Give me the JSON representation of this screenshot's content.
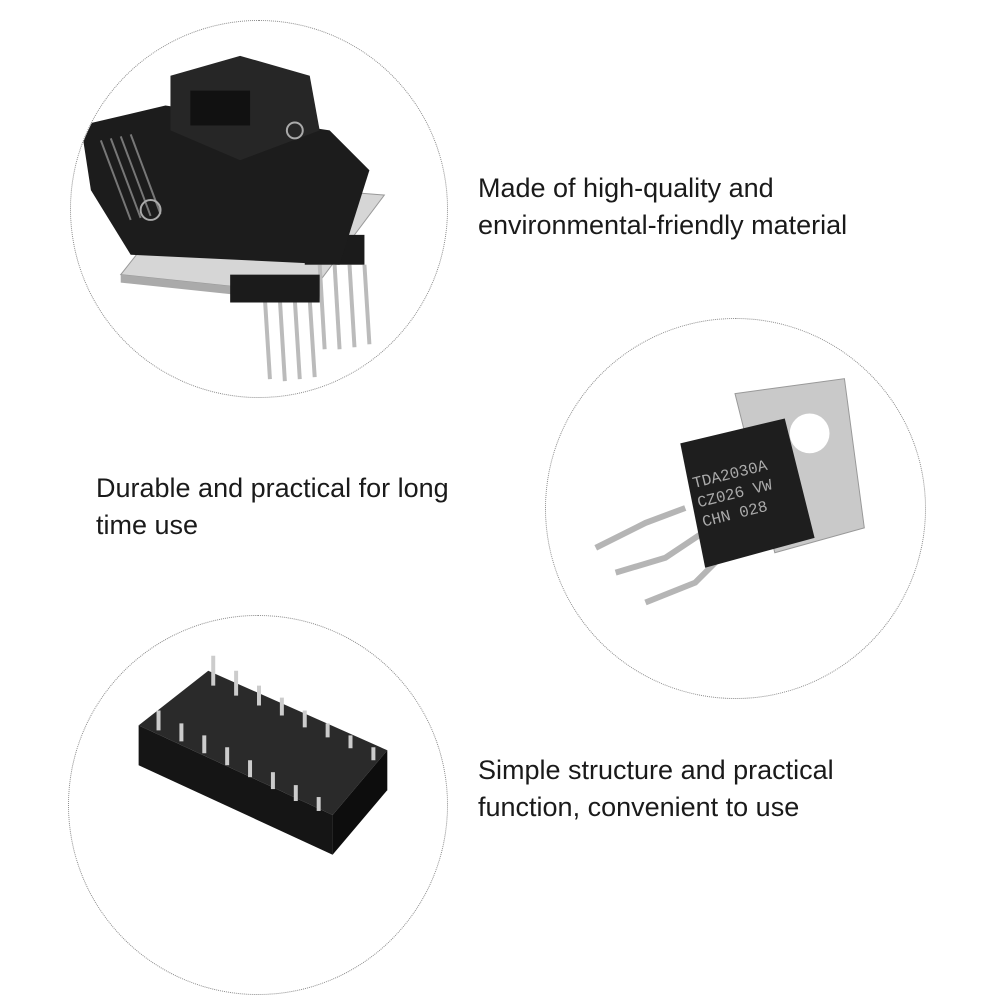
{
  "features": [
    {
      "lines": [
        "Made of high-quality and",
        "environmental-friendly material"
      ],
      "image": "sop-programmer-adapter-socket"
    },
    {
      "lines": [
        "Durable and practical for long",
        "time use"
      ],
      "image": "to220-ic-chip"
    },
    {
      "lines": [
        "Simple structure and practical",
        "function, convenient to use"
      ],
      "image": "dip16-ic-socket"
    }
  ],
  "chip_marking": {
    "line1": "TDA2030A",
    "line2": "CZ026  VW",
    "line3": "CHN  028"
  }
}
